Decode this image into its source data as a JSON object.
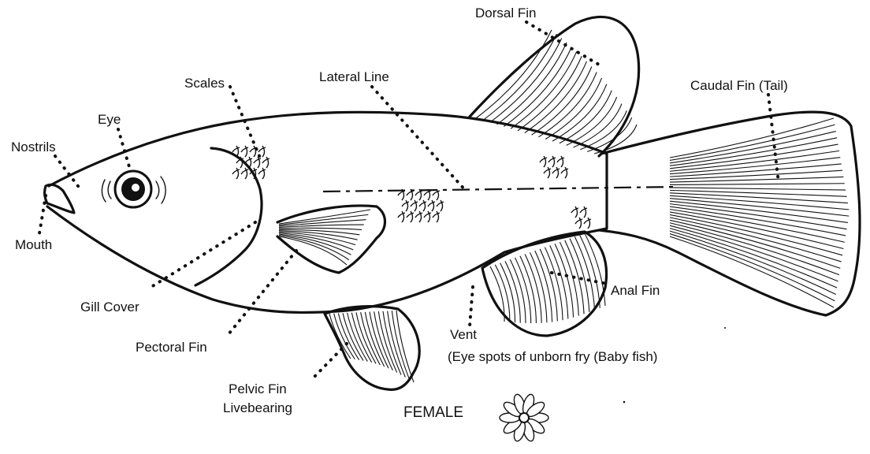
{
  "labels": {
    "dorsal_fin": "Dorsal Fin",
    "scales": "Scales",
    "lateral_line": "Lateral Line",
    "caudal_fin": "Caudal Fin (Tail)",
    "eye": "Eye",
    "nostrils": "Nostrils",
    "mouth": "Mouth",
    "gill_cover": "Gill Cover",
    "pectoral_fin": "Pectoral Fin",
    "pelvic_fin_line1": "Pelvic Fin",
    "pelvic_fin_line2": "Livebearing",
    "anal_fin": "Anal Fin",
    "vent": "Vent",
    "eye_spots": "(Eye spots of unborn fry (Baby fish)",
    "sex": "FEMALE"
  },
  "colors": {
    "ink": "#111111",
    "background": "#ffffff"
  },
  "icons": {
    "sex_symbol": "flower-icon"
  }
}
